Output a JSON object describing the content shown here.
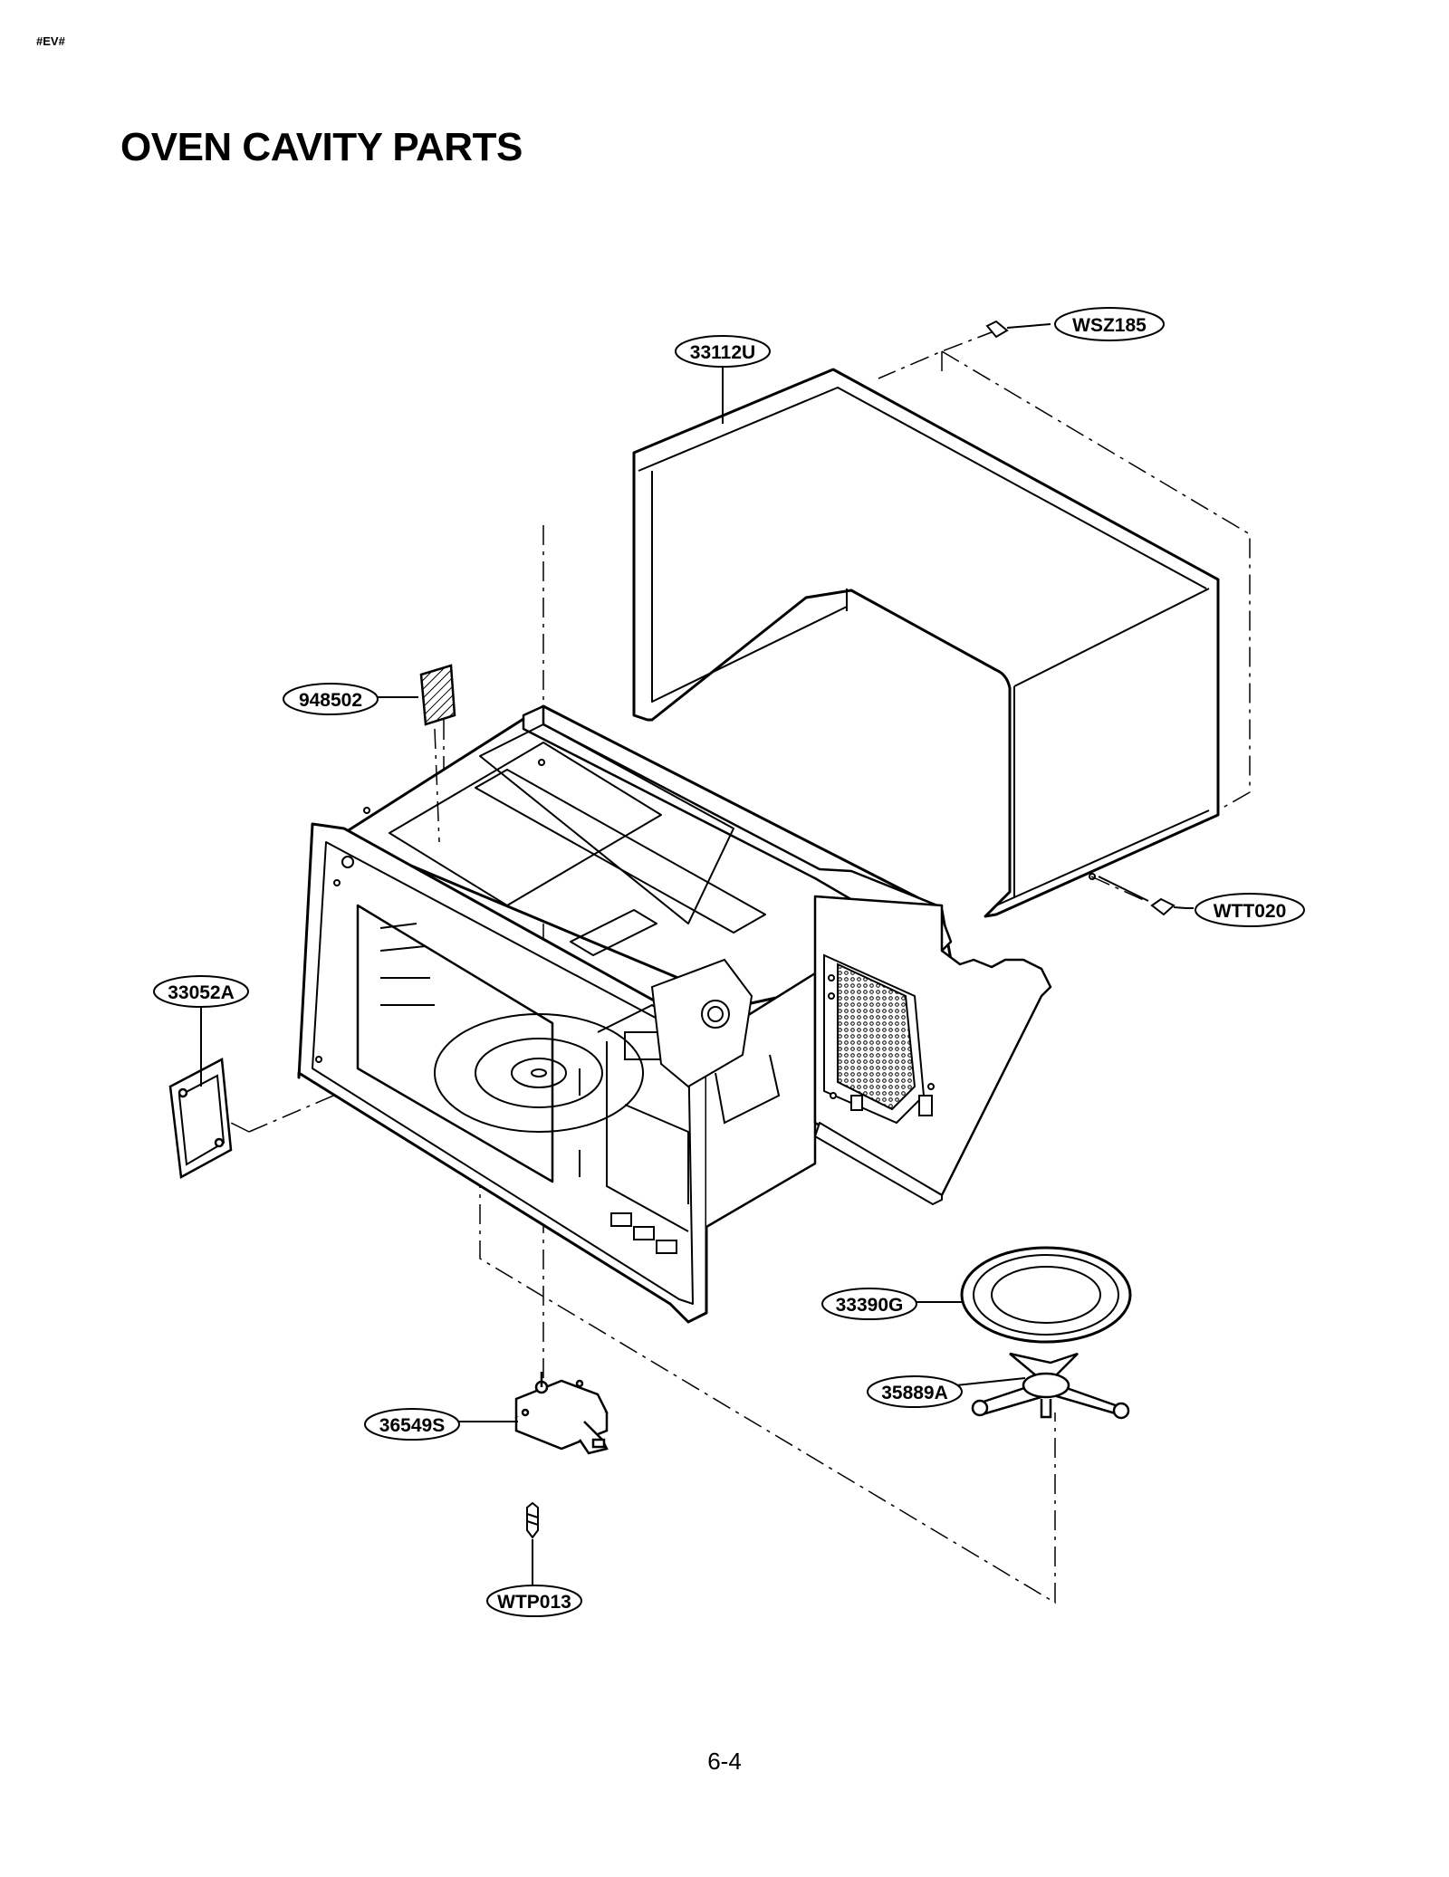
{
  "header": {
    "code": "#EV#",
    "title": "OVEN CAVITY PARTS"
  },
  "footer": {
    "page_number": "6-4"
  },
  "callouts": {
    "wsz185": "WSZ185",
    "p33112u": "33112U",
    "p948502": "948502",
    "wtt020": "WTT020",
    "p33052a": "33052A",
    "p33390g": "33390G",
    "p35889a": "35889A",
    "p36549s": "36549S",
    "wtp013": "WTP013"
  }
}
